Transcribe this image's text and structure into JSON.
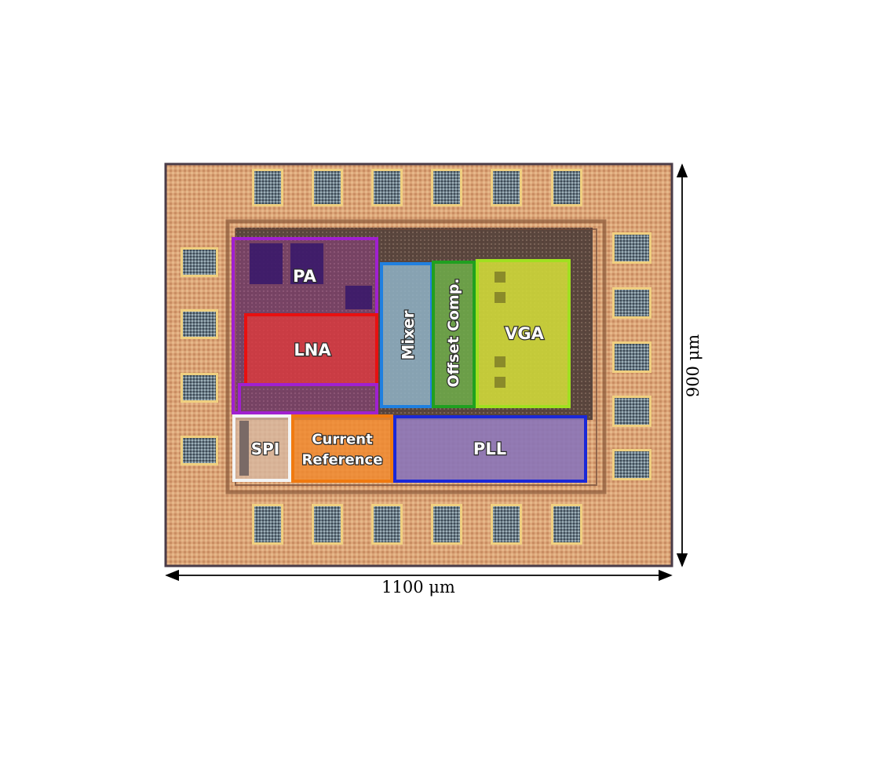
{
  "diagram": {
    "blocks": [
      {
        "id": "pa",
        "label": "PA",
        "color": "#a020d0"
      },
      {
        "id": "lna",
        "label": "LNA",
        "color": "#e81010"
      },
      {
        "id": "mixer",
        "label": "Mixer",
        "color": "#2080e0"
      },
      {
        "id": "offset",
        "label": "Offset Comp.",
        "color": "#20a020"
      },
      {
        "id": "vga",
        "label": "VGA",
        "color": "#a0e020"
      },
      {
        "id": "spi",
        "label": "SPI",
        "color": "#f4f4f4"
      },
      {
        "id": "curref",
        "label_line1": "Current",
        "label_line2": "Reference",
        "color": "#f07a10"
      },
      {
        "id": "pll",
        "label": "PLL",
        "color": "#1a28d8"
      }
    ],
    "dimensions": {
      "width_label": "1100 μm",
      "height_label": "900 μm"
    }
  }
}
